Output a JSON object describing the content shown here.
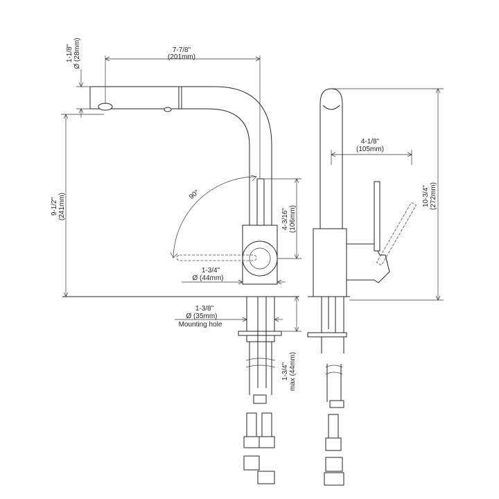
{
  "dimensions": {
    "outlet_diameter": {
      "imperial": "1-1/8\"",
      "metric": "Ø (28mm)"
    },
    "reach": {
      "imperial": "7-7/8\"",
      "metric": "(201mm)"
    },
    "spout_height": {
      "imperial": "9-1/2\"",
      "metric": "(241mm)"
    },
    "lever_height": {
      "imperial": "4-3/16\"",
      "metric": "(106mm)"
    },
    "swivel_angle": "90°",
    "base_diameter": {
      "imperial": "1-3/4\"",
      "metric": "Ø (44mm)"
    },
    "mounting_hole": {
      "imperial": "1-3/8\"",
      "metric": "Ø (35mm)",
      "label": "Mounting hole"
    },
    "max_deck": {
      "imperial": "1-3/4\"",
      "metric": "max (44mm)"
    },
    "side_reach": {
      "imperial": "4-1/8\"",
      "metric": "(105mm)"
    },
    "total_height": {
      "imperial": "10-3/4\"",
      "metric": "(272mm)"
    }
  }
}
